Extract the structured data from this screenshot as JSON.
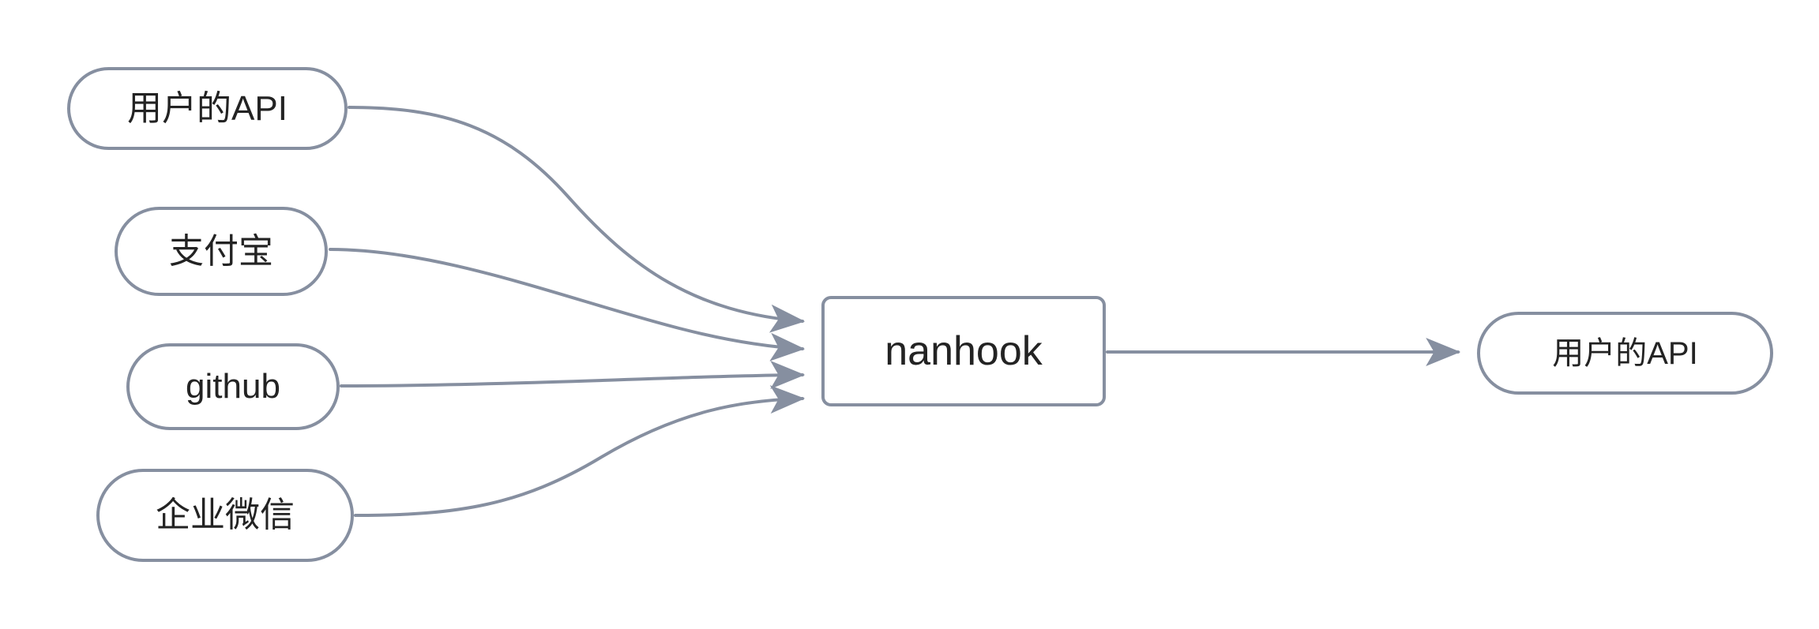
{
  "diagram": {
    "type": "flowchart",
    "direction": "left-to-right",
    "background_color": "#ffffff",
    "stroke_color": "#868fa0",
    "text_color": "#232323",
    "node_fill_color": "#ffffff",
    "stroke_width": 4,
    "nodes": [
      {
        "id": "source-api",
        "label": "用户的API",
        "shape": "pill",
        "role": "source"
      },
      {
        "id": "source-alipay",
        "label": "支付宝",
        "shape": "pill",
        "role": "source"
      },
      {
        "id": "source-github",
        "label": "github",
        "shape": "pill",
        "role": "source"
      },
      {
        "id": "source-wecom",
        "label": "企业微信",
        "shape": "pill",
        "role": "source"
      },
      {
        "id": "nanhook",
        "label": "nanhook",
        "shape": "rectangle",
        "role": "processor"
      },
      {
        "id": "target-api",
        "label": "用户的API",
        "shape": "pill",
        "role": "target"
      }
    ],
    "edges": [
      {
        "from": "source-api",
        "to": "nanhook",
        "label": "",
        "arrowhead": "arrow"
      },
      {
        "from": "source-alipay",
        "to": "nanhook",
        "label": "",
        "arrowhead": "arrow"
      },
      {
        "from": "source-github",
        "to": "nanhook",
        "label": "",
        "arrowhead": "arrow"
      },
      {
        "from": "source-wecom",
        "to": "nanhook",
        "label": "",
        "arrowhead": "arrow"
      },
      {
        "from": "nanhook",
        "to": "target-api",
        "label": "",
        "arrowhead": "arrow"
      }
    ]
  }
}
